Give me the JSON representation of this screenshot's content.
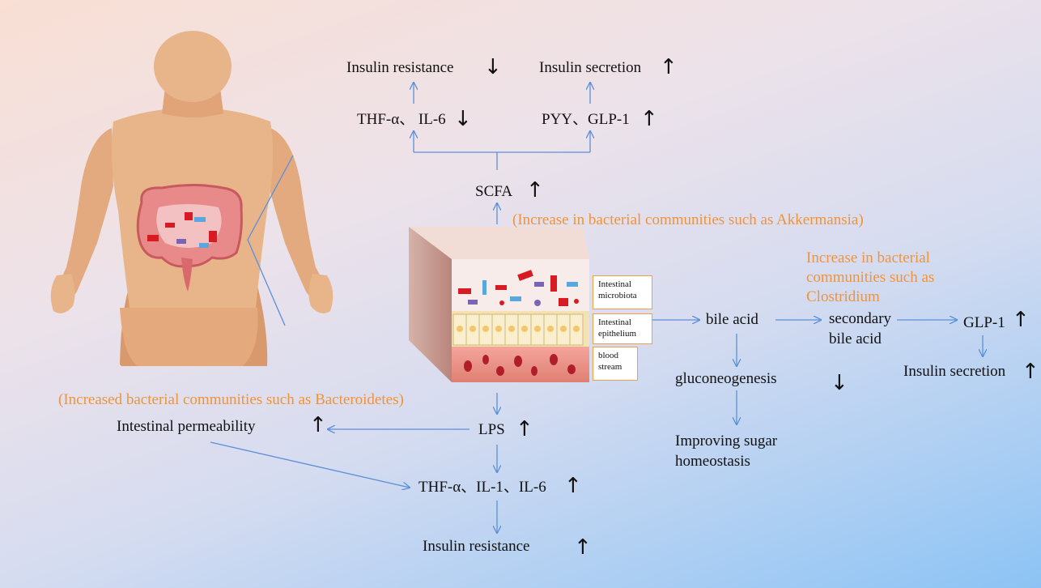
{
  "top": {
    "insulin_resistance": "Insulin resistance",
    "insulin_resistance_trend": "↓",
    "insulin_secretion": "Insulin secretion",
    "insulin_secretion_trend": "↑",
    "thf_il6": "THF-α、 IL-6",
    "thf_il6_trend": "↓",
    "pyy_glp1": "PYY、GLP-1",
    "pyy_glp1_trend": "↑",
    "scfa": "SCFA",
    "scfa_trend": "↑",
    "akkermansia_note": "(Increase in bacterial communities such as Akkermansia)"
  },
  "tissue_labels": {
    "microbiota": "Intestinal microbiota",
    "epithelium": "Intestinal epithelium",
    "blood": "blood stream"
  },
  "right": {
    "clostridium_note": "Increase in bacterial communities such as Clostridium",
    "bile_acid": "bile acid",
    "secondary_bile_acid": "secondary bile acid",
    "glp1": "GLP-1",
    "glp1_trend": "↑",
    "insulin_secretion": "Insulin secretion",
    "insulin_secretion_trend": "↑",
    "gluconeogenesis": "gluconeogenesis",
    "gluconeogenesis_trend": "↓",
    "sugar_homeostasis": "Improving sugar homeostasis"
  },
  "bottom": {
    "bacteroidetes_note": "(Increased bacterial communities such as Bacteroidetes)",
    "intestinal_permeability": "Intestinal permeability",
    "intestinal_permeability_trend": "↑",
    "lps": "LPS",
    "lps_trend": "↑",
    "thf_il1_il6": "THF-α、IL-1、IL-6",
    "thf_il1_il6_trend": "↑",
    "insulin_resistance": "Insulin resistance",
    "insulin_resistance_trend": "↑"
  },
  "colors": {
    "arrow_line": "#5b8fd8",
    "note_orange": "#f0933a",
    "skin": "#e8b48a",
    "blood": "#b01e2a",
    "box_border": "#f0a04a"
  }
}
